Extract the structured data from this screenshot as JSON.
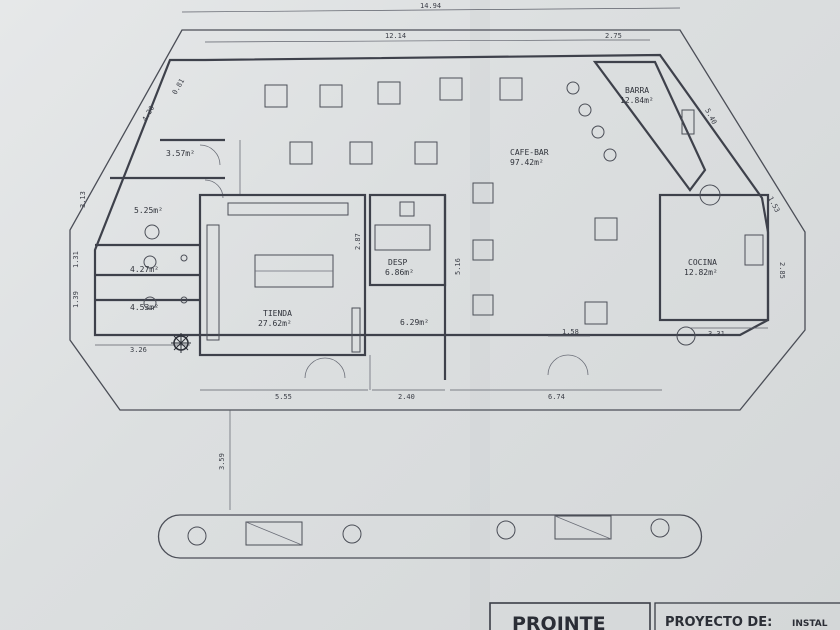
{
  "rooms": [
    {
      "name": "TIENDA",
      "area": "27.62m²"
    },
    {
      "name": "CAFE-BAR",
      "area": "97.42m²"
    },
    {
      "name": "BARRA",
      "area": "12.84m²"
    },
    {
      "name": "COCINA",
      "area": "12.82m²"
    },
    {
      "name": "DESP",
      "area": "6.86m²"
    }
  ],
  "areas": [
    "3.57m²",
    "5.25m²",
    "4.27m²",
    "4.53m²",
    "6.29m²"
  ],
  "dimensions": {
    "top_total": "14.94",
    "top_left": "12.14",
    "top_right": "2.75",
    "left_diag": "4.20",
    "left_small": "0.81",
    "left_mid": "3.13",
    "left_a": "1.31",
    "left_b": "1.39",
    "bottom_left": "3.26",
    "tienda_bottom": "5.55",
    "bottom_mid": "2.40",
    "cafe_bottom": "6.74",
    "door_width": "1.58",
    "cocina_bottom": "3.31",
    "right_diag": "5.40",
    "right_small": "1.53",
    "right_side": "2.85",
    "desp_height": "2.87",
    "partition": "5.16",
    "lower_vertical": "3.59"
  },
  "title_block": {
    "logo": "PROINTE",
    "project": "PROYECTO DE:",
    "project_value": "INSTAL"
  }
}
